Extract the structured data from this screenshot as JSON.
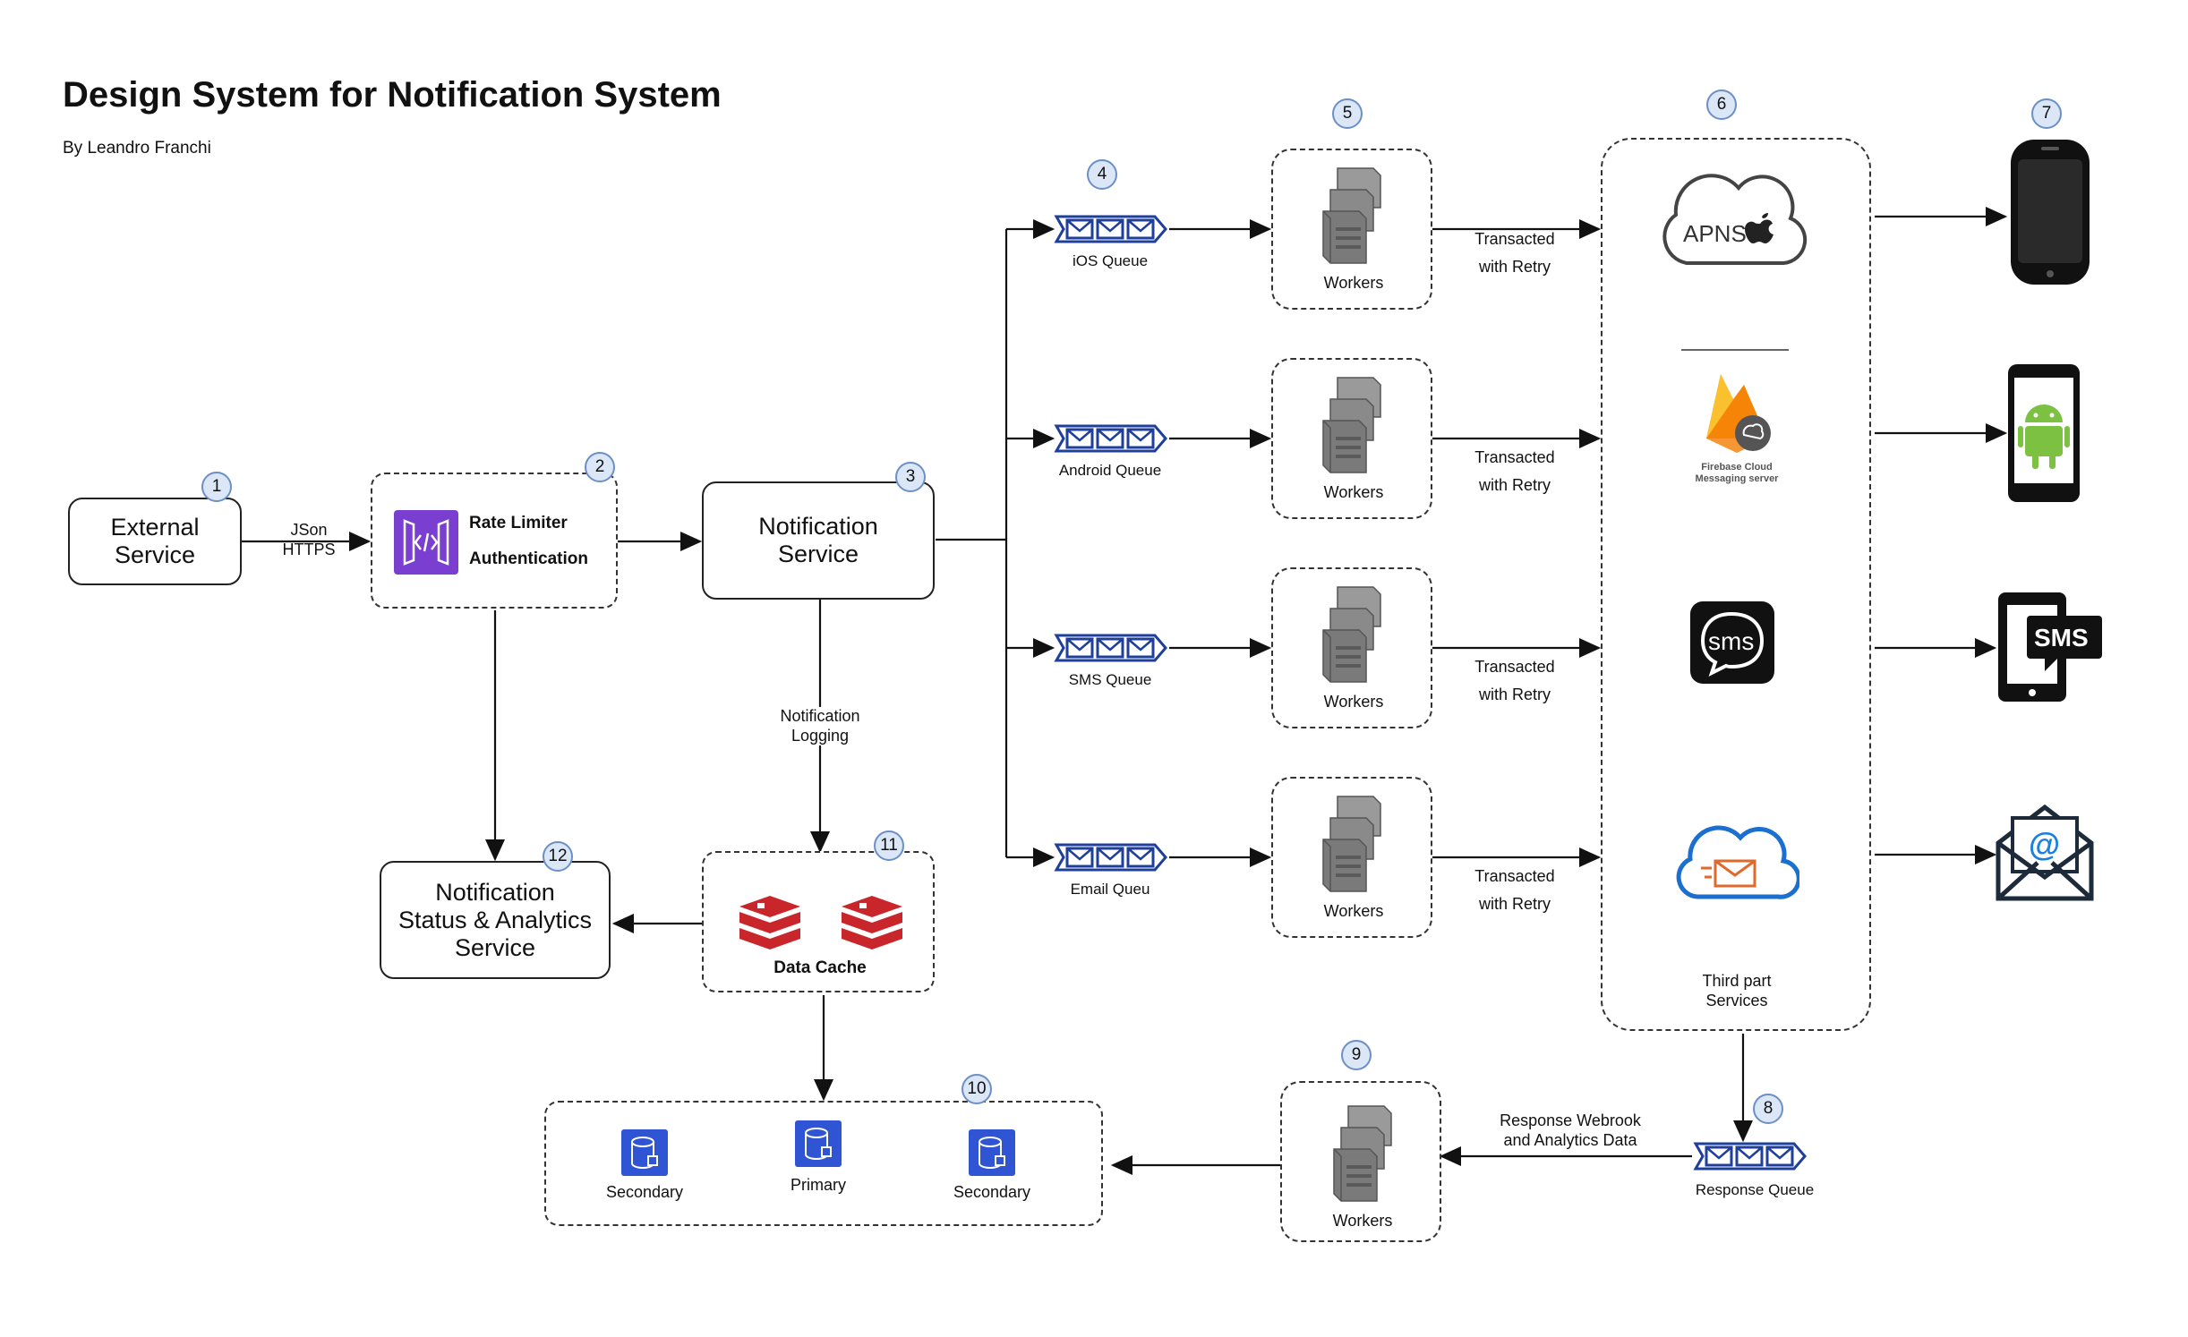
{
  "title": "Design System for Notification System",
  "author": "By Leandro Franchi",
  "badges": [
    "1",
    "2",
    "3",
    "4",
    "5",
    "6",
    "7",
    "8",
    "9",
    "10",
    "11",
    "12"
  ],
  "nodes": {
    "external_service": "External\nService",
    "rate_limiter": "Rate Limiter",
    "authentication": "Authentication",
    "notification_service": "Notification\nService",
    "status_analytics": "Notification\nStatus & Analytics\nService",
    "data_cache": "Data Cache",
    "third_party": "Third part\nServices",
    "workers": "Workers",
    "response_queue": "Response Queue"
  },
  "edge_labels": {
    "json_https": "JSon\nHTTPS",
    "notification_logging": "Notification\nLogging",
    "transacted_retry": "Transacted\nwith Retry",
    "response_webhook": "Response Webrook\nand Analytics Data"
  },
  "queues": [
    "iOS Queue",
    "Android Queue",
    "SMS Queue",
    "Email Queu"
  ],
  "databases": [
    "Secondary",
    "Primary",
    "Secondary"
  ],
  "providers": {
    "apns": "APNS",
    "firebase": "Firebase Cloud\nMessaging server",
    "sms": "sms",
    "sms_device": "SMS"
  },
  "colors": {
    "queue_blue": "#1f3f9a",
    "aws_purple": "#7a3fd1",
    "redis_red": "#c8262b",
    "db_blue": "#2f55d4",
    "badge_fill": "#dbe6f6"
  }
}
